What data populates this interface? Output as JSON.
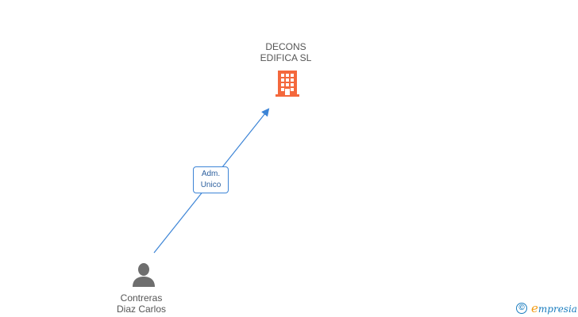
{
  "company": {
    "name_line1": "DECONS",
    "name_line2": "EDIFICA SL",
    "icon": "building-icon",
    "color": "#f4683c"
  },
  "person": {
    "name_line1": "Contreras",
    "name_line2": "Diaz Carlos",
    "icon": "person-icon",
    "color": "#6e6e6e"
  },
  "relation": {
    "label_line1": "Adm.",
    "label_line2": "Unico",
    "color": "#3c84d6"
  },
  "watermark": {
    "symbol": "©",
    "brand_initial": "e",
    "brand_rest": "mpresia"
  }
}
